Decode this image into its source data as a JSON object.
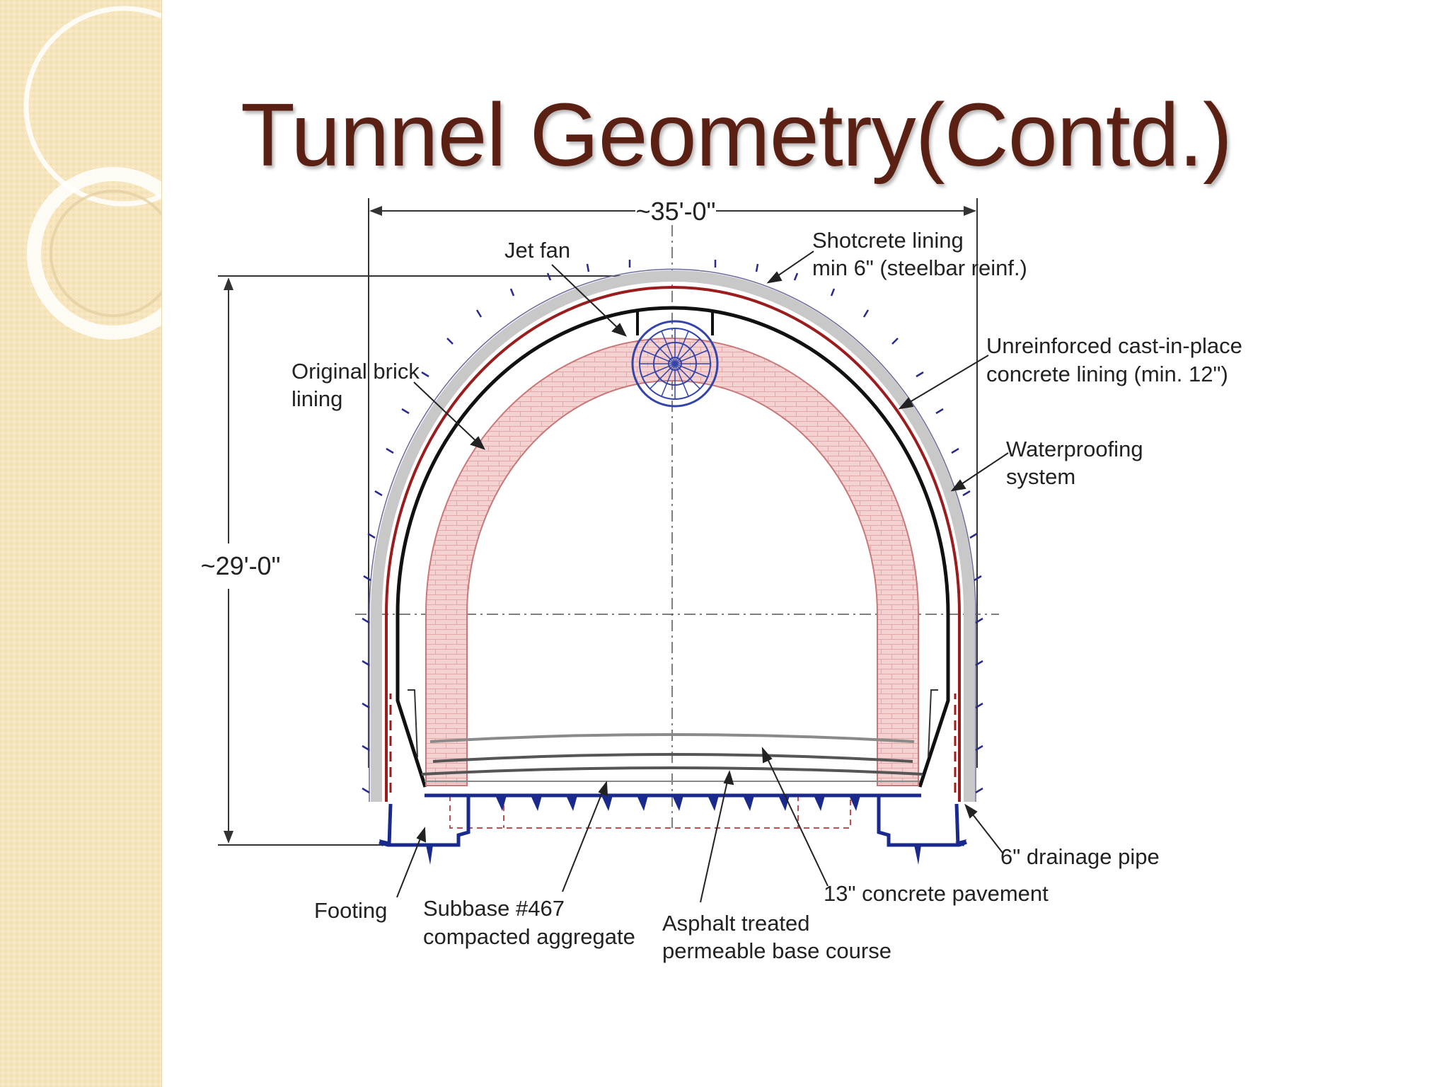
{
  "slide": {
    "title": "Tunnel Geometry(Contd.)"
  },
  "diagram": {
    "width_dim": "~35'-0\"",
    "height_dim": "~29'-0\"",
    "labels": {
      "jet_fan": "Jet fan",
      "shotcrete_1": "Shotcrete lining",
      "shotcrete_2": "min 6\" (steelbar reinf.)",
      "unreinforced_1": "Unreinforced cast-in-place",
      "unreinforced_2": "concrete lining (min. 12\")",
      "brick_1": "Original brick",
      "brick_2": "lining",
      "waterproofing_1": "Waterproofing",
      "waterproofing_2": "system",
      "drainage": "6\" drainage pipe",
      "pavement": "13\" concrete pavement",
      "footing": "Footing",
      "subbase_1": "Subbase #467",
      "subbase_2": "compacted aggregate",
      "asphalt_1": "Asphalt treated",
      "asphalt_2": "permeable base course"
    }
  },
  "colors": {
    "title": "#5a2013",
    "sidebar": "#f6e5bd",
    "brick": "#f3cdcd",
    "waterproofing": "#9b1c1c",
    "footing": "#1a2a8c"
  }
}
